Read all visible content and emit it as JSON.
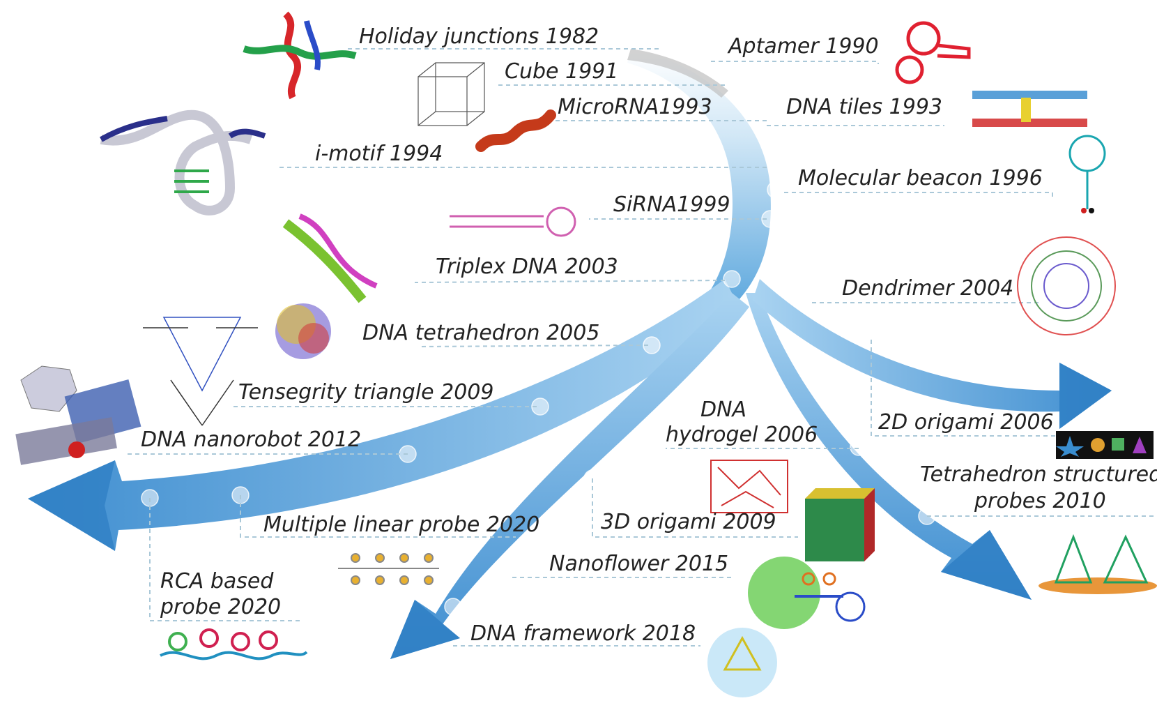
{
  "milestones": {
    "holiday_junctions": "Holiday junctions 1982",
    "aptamer": "Aptamer 1990",
    "cube": "Cube 1991",
    "microrna": "MicroRNA1993",
    "dna_tiles": "DNA tiles 1993",
    "i_motif": "i-motif 1994",
    "molecular_beacon": "Molecular beacon 1996",
    "sirna": "SiRNA1999",
    "triplex_dna": "Triplex DNA 2003",
    "dendrimer": "Dendrimer 2004",
    "dna_tetrahedron": "DNA tetrahedron 2005",
    "dna_hydrogel_line1": "DNA",
    "dna_hydrogel_line2": "hydrogel 2006",
    "origami_2d": "2D origami 2006",
    "tensegrity_triangle": "Tensegrity triangle 2009",
    "origami_3d": "3D origami 2009",
    "dna_nanorobot": "DNA nanorobot 2012",
    "tetrahedron_probes_line1": "Tetrahedron structured",
    "tetrahedron_probes_line2": "probes 2010",
    "multiple_linear_probe": "Multiple linear probe 2020",
    "nanoflower": "Nanoflower 2015",
    "rca_probe_line1": "RCA based",
    "rca_probe_line2": "probe  2020",
    "dna_framework": "DNA framework 2018"
  },
  "colors": {
    "arrow_dark": "#3f8ed0",
    "arrow_light": "#b9dcf4",
    "leader_line": "#aac8d8",
    "text": "#222222"
  }
}
